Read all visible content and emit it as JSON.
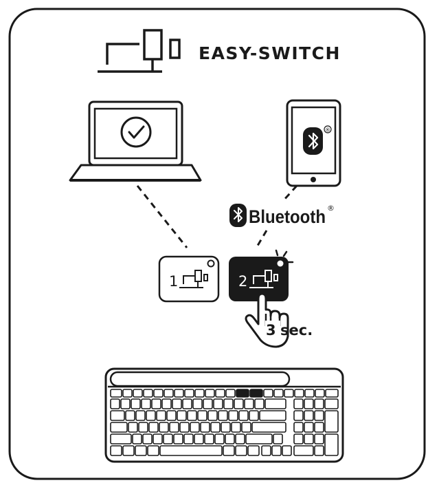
{
  "title": "EASY-SWITCH",
  "bluetooth_label": "Bluetooth",
  "registered_mark": "®",
  "channel_1": {
    "number": "1"
  },
  "channel_2": {
    "number": "2"
  },
  "hold": {
    "number": "3",
    "unit": "sec."
  },
  "icons": [
    "easy-switch-icon",
    "laptop-icon",
    "check-circle-icon",
    "smartphone-icon",
    "bluetooth-icon",
    "pointing-hand-icon",
    "keyboard-icon"
  ],
  "colors": {
    "ink": "#1a1a1a",
    "background": "#ffffff",
    "key_active": "#1a1a1a"
  }
}
